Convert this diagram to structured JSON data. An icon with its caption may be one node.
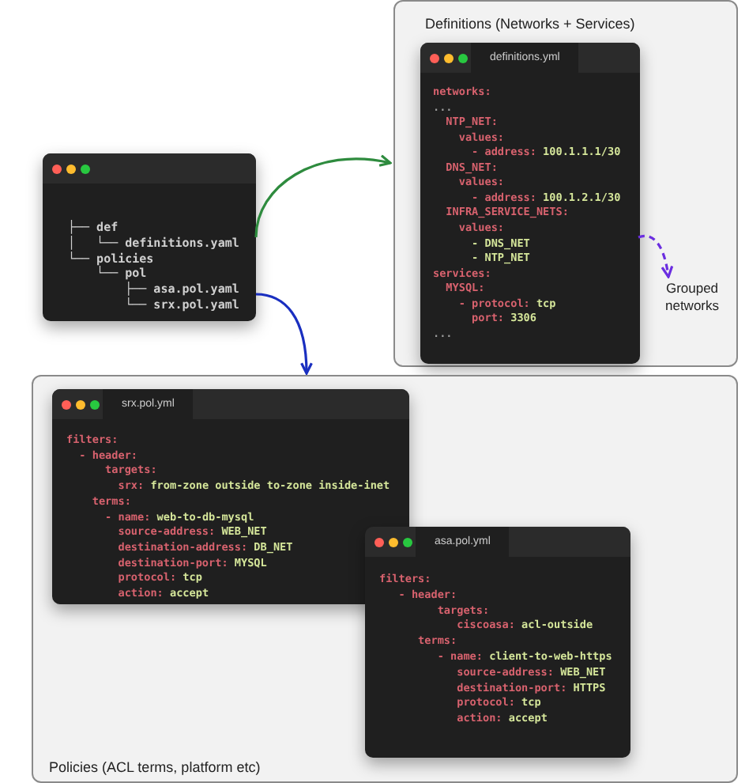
{
  "diagram": {
    "nodes": [
      {
        "text": [
          "├── def",
          "│   └── definitions.yaml",
          "└── policies",
          "    └── pol",
          "        ├── asa.pol.yaml",
          "        └── srx.pol.yaml"
        ]
      },
      {
        "text": [
          "Definitions (Networks + Services)"
        ]
      },
      {
        "text": [
          "definitions.yml",
          "networks:",
          "...",
          "NTP_NET:",
          "values:",
          "- address: 100.1.1.1/30",
          "DNS_NET:",
          "values:",
          "- address: 100.1.2.1/30",
          "INFRA_SERVICE_NETS:",
          "values:",
          "- DNS_NET",
          "- NTP_NET",
          "services:",
          "MYSQL:",
          "- protocol: tcp",
          "port: 3306",
          "..."
        ],
        "in": 1
      },
      {
        "text": [
          "Grouped networks"
        ],
        "in": 1
      },
      {
        "text": [
          "Policies (ACL terms, platform etc)"
        ]
      },
      {
        "text": [
          "srx.pol.yml",
          "filters:",
          "- header:",
          "targets:",
          "srx: from-zone outside to-zone inside-inet",
          "terms:",
          "- name: web-to-db-mysql",
          "source-address: WEB_NET",
          "destination-address: DB_NET",
          "destination-port: MYSQL",
          "protocol: tcp",
          "action: accept"
        ],
        "in": 4
      },
      {
        "text": [
          "asa.pol.yml",
          "filters:",
          "- header:",
          "targets:",
          "ciscoasa: acl-outside",
          "terms:",
          "- name: client-to-web-https",
          "source-address: WEB_NET",
          "destination-port: HTTPS",
          "protocol: tcp",
          "action: accept"
        ],
        "in": 4
      }
    ],
    "edges": [
      {
        "from": 0,
        "to": 1,
        "arrow": "to",
        "color": "#2e8b3e"
      },
      {
        "from": 0,
        "to": 4,
        "arrow": "to",
        "color": "#1a2fc0"
      },
      {
        "from": 2,
        "to": 3,
        "arrow": "to",
        "style": "dashed",
        "color": "#6b2ee0"
      }
    ]
  }
}
